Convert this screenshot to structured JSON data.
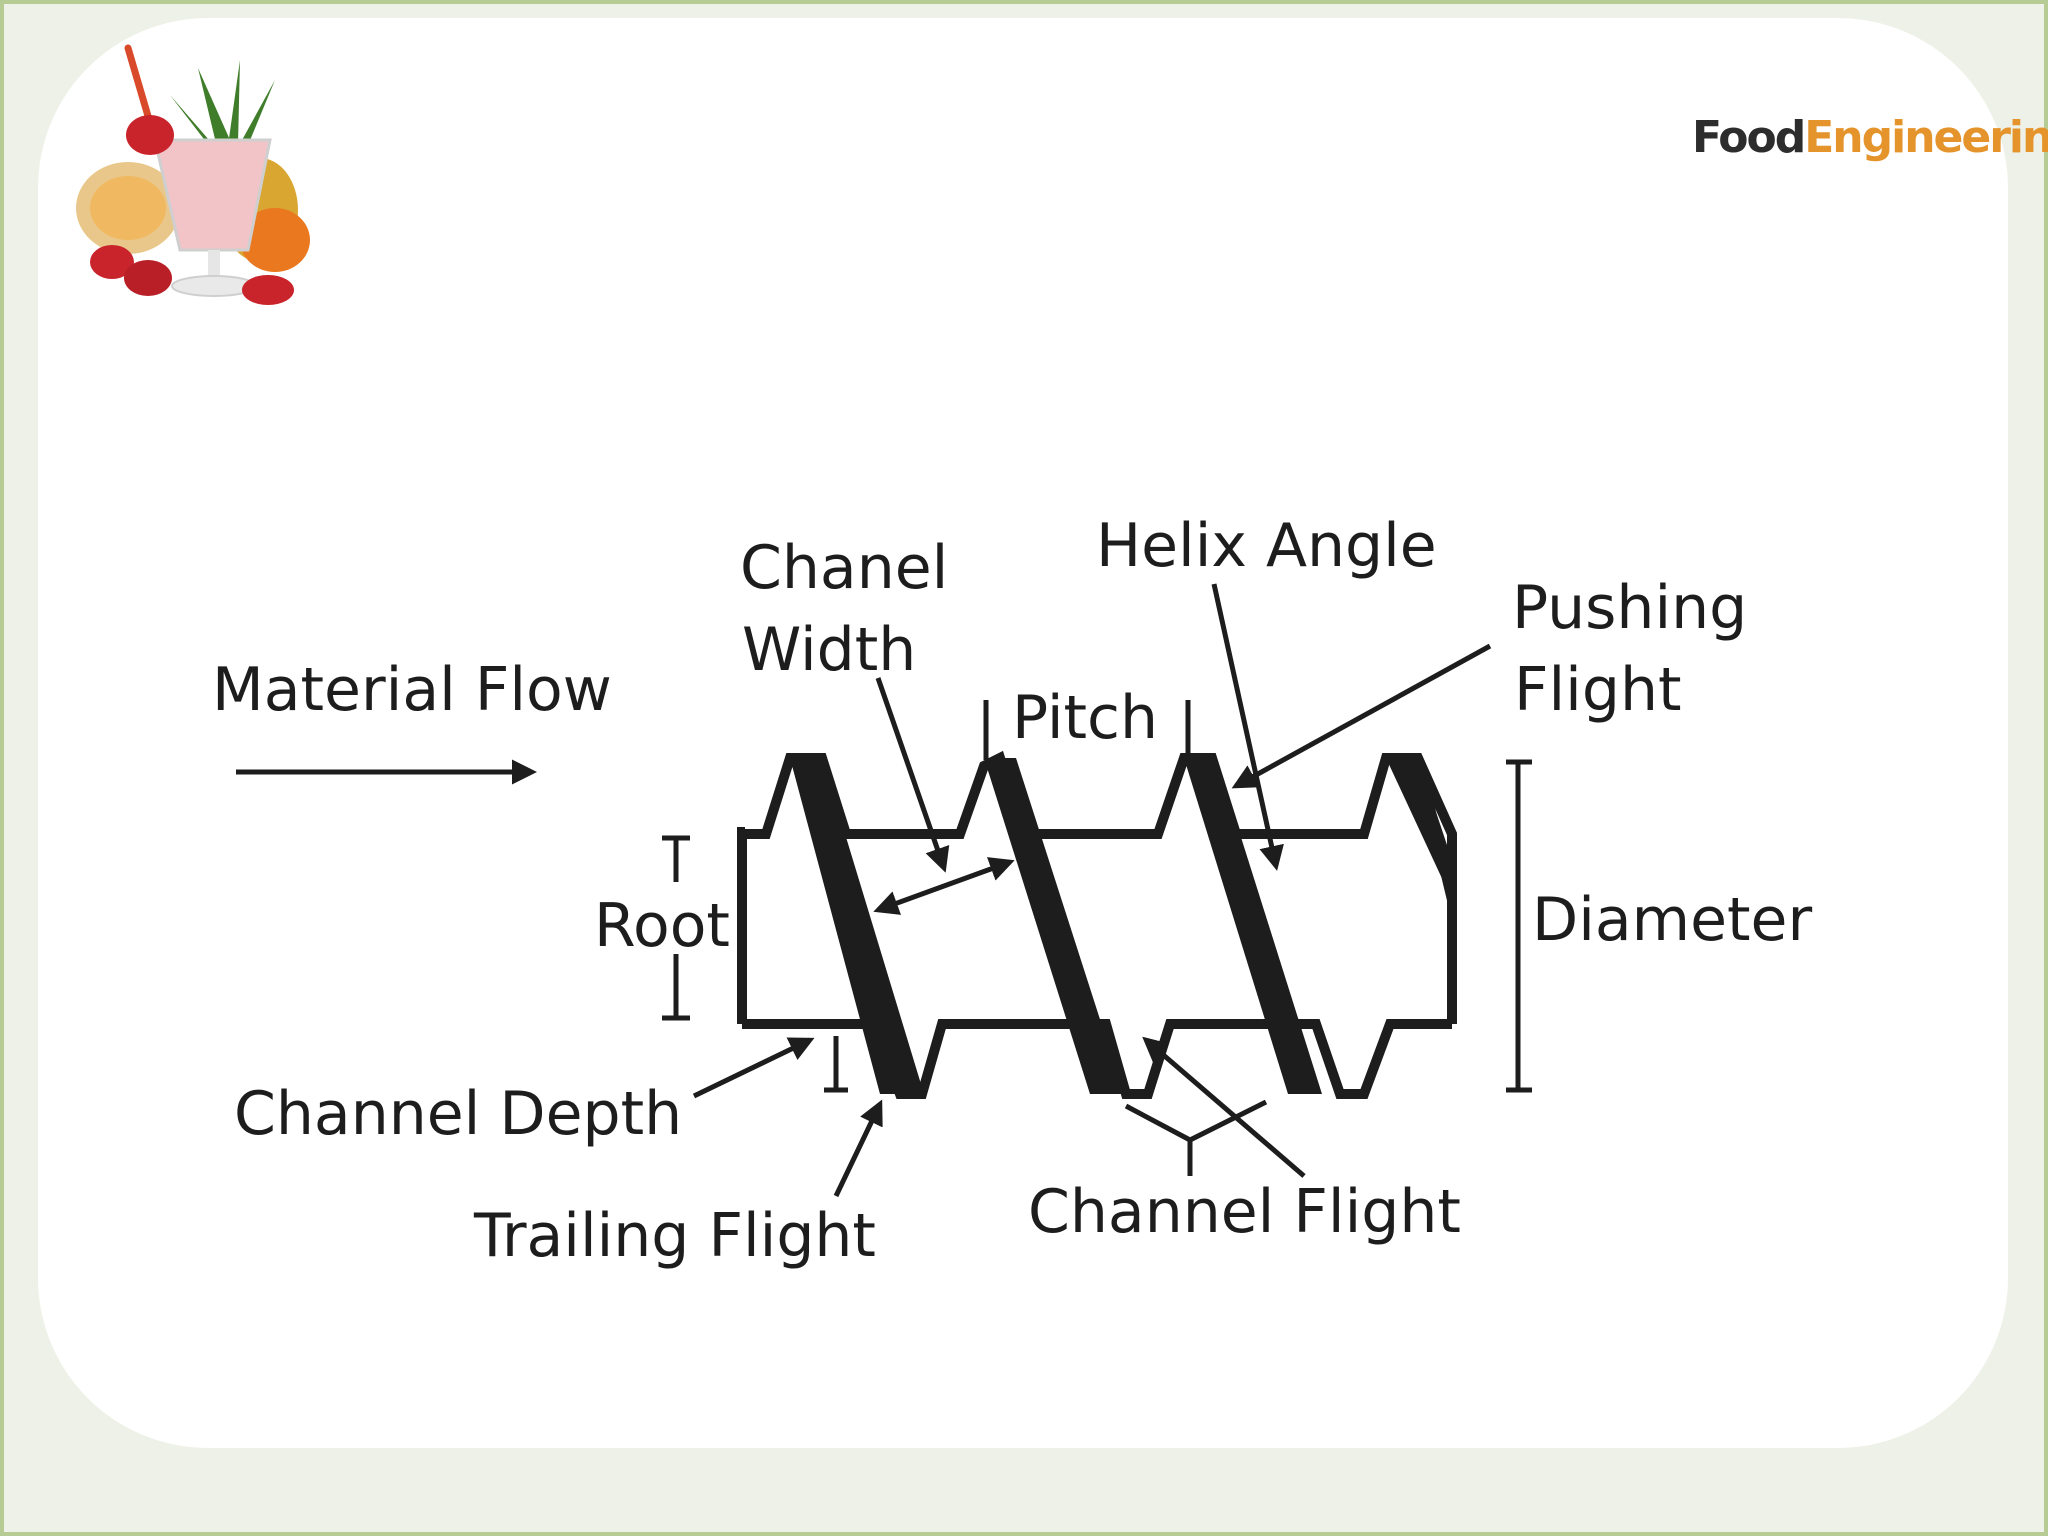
{
  "logo": {
    "part1": "Food",
    "part2": "Engineering"
  },
  "colors": {
    "frame": "#b7cc94",
    "ink": "#1d1d1d",
    "logo_accent": "#e5942c"
  },
  "icons": {
    "top_left_image": "fruit-smoothie-illustration"
  },
  "labels": {
    "material_flow": "Material Flow",
    "chanel_width_1": "Chanel",
    "chanel_width_2": "Width",
    "helix_angle": "Helix Angle",
    "pushing_flight_1": "Pushing",
    "pushing_flight_2": "Flight",
    "pitch": "Pitch",
    "root": "Root",
    "diameter": "Diameter",
    "channel_depth": "Channel Depth",
    "trailing_flight": "Trailing Flight",
    "channel_flight": "Channel Flight"
  }
}
